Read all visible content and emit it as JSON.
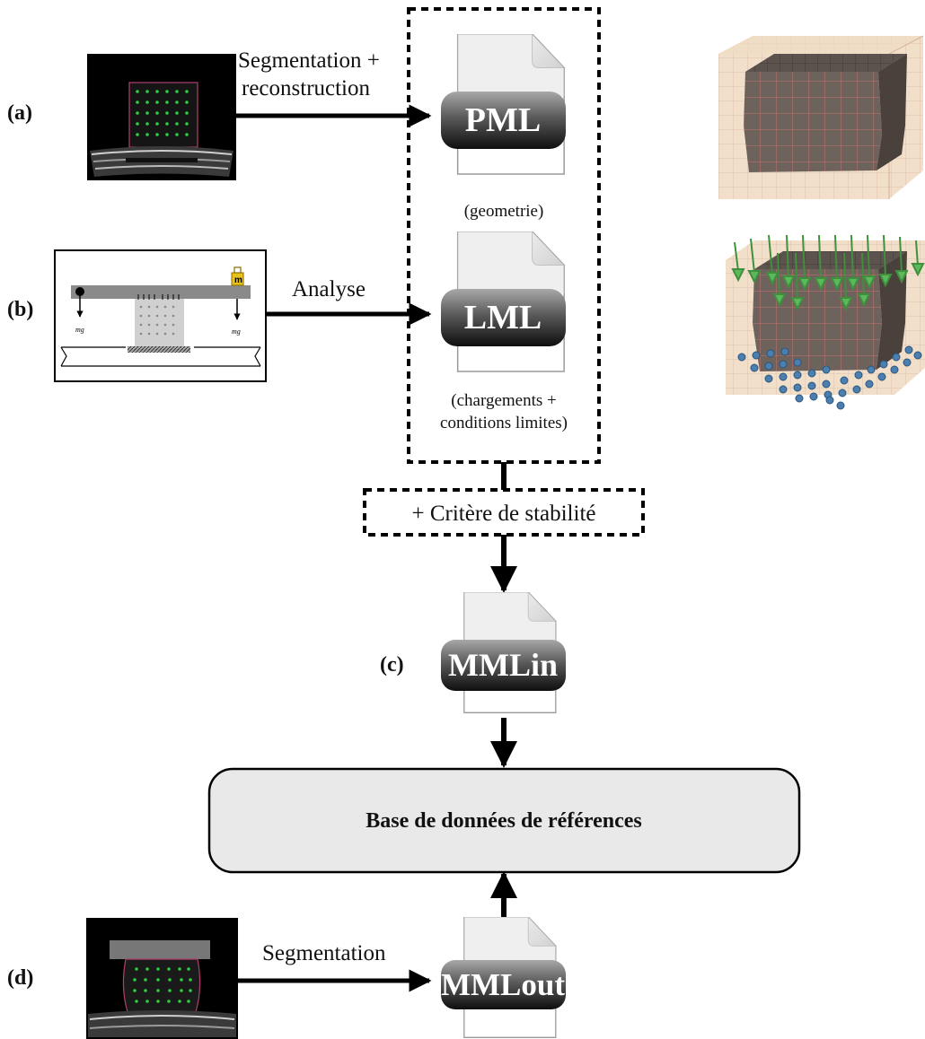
{
  "labels": {
    "a": "(a)",
    "b": "(b)",
    "c": "(c)",
    "d": "(d)"
  },
  "arrows": {
    "segmentation_reconstruction_line1": "Segmentation +",
    "segmentation_reconstruction_line2": "reconstruction",
    "analyse": "Analyse",
    "segmentation": "Segmentation"
  },
  "documents": {
    "pml": "PML",
    "lml": "LML",
    "mmlin": "MMLin",
    "mmlout": "MMLout"
  },
  "notes": {
    "geometrie": "(geometrie)",
    "chargements_line1": "(chargements +",
    "chargements_line2": "conditions limites)"
  },
  "stability": "+ Critère de stabilité",
  "database": "Base de données de références",
  "loading_setup": {
    "mass_tag": "m",
    "weight_left": "mg",
    "weight_right": "mg"
  },
  "colors": {
    "arrow": "#000000",
    "doc_badge_top": "#9a9a9a",
    "doc_badge_bottom": "#0e0e0e",
    "database_fill": "#e9e9e9",
    "mesh_fill": "#e8c9a8",
    "arrow_green": "#4ea24b",
    "node_blue": "#4a7fb0",
    "mass_yellow": "#e8c21a"
  }
}
